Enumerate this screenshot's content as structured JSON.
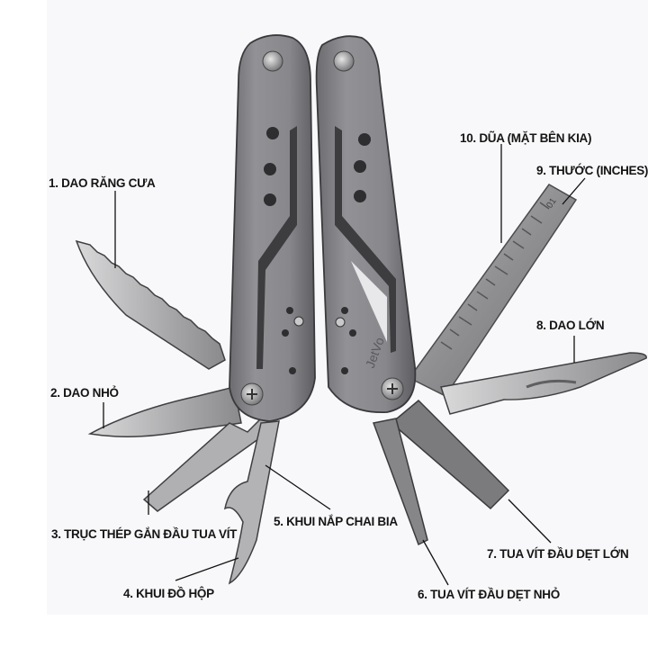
{
  "image": {
    "subject": "Multi-tool with labeled parts",
    "brand_text": "JetVo",
    "background_color": "#f8f7f9",
    "steel_color": "#8e8e90",
    "label_color": "#151515"
  },
  "labels": [
    {
      "id": 1,
      "text": "1. DAO RĂNG CƯA"
    },
    {
      "id": 2,
      "text": "2. DAO NHỎ"
    },
    {
      "id": 3,
      "text": "3. TRỤC THÉP GẮN ĐẦU TUA VÍT"
    },
    {
      "id": 4,
      "text": "4. KHUI ĐỒ HỘP"
    },
    {
      "id": 5,
      "text": "5. KHUI NẮP CHAI BIA"
    },
    {
      "id": 6,
      "text": "6. TUA VÍT ĐẦU DẸT NHỎ"
    },
    {
      "id": 7,
      "text": "7. TUA VÍT ĐẦU DẸT LỚN"
    },
    {
      "id": 8,
      "text": "8. DAO LỚN"
    },
    {
      "id": 9,
      "text": "9. THƯỚC (INCHES)"
    },
    {
      "id": 10,
      "text": "10. DŨA (MẶT BÊN KIA)"
    }
  ],
  "ruler": {
    "mark": "01"
  }
}
